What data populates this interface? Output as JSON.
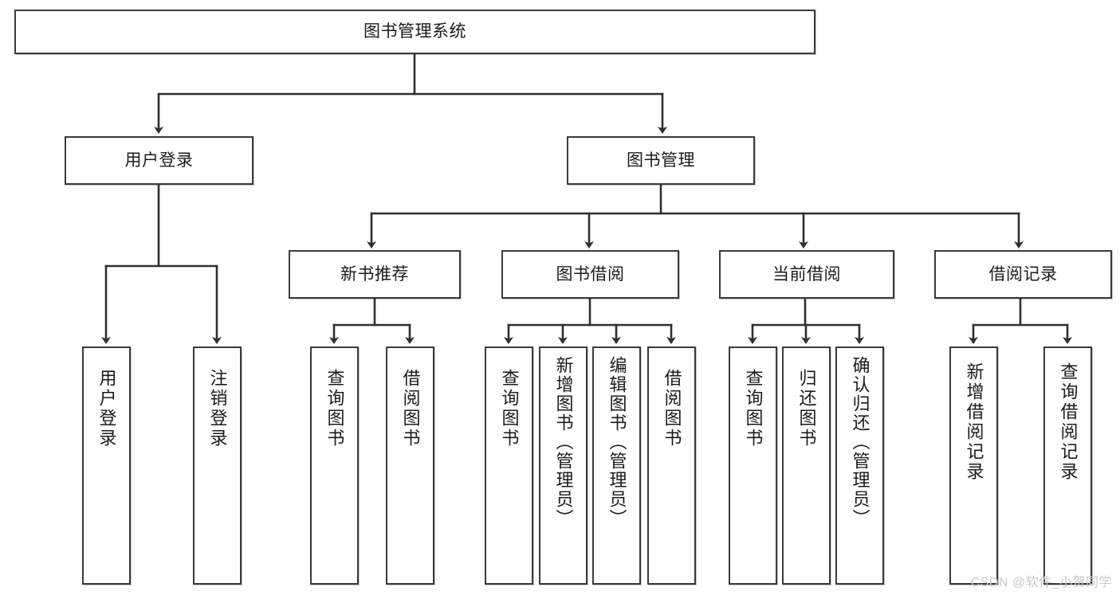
{
  "diagram": {
    "type": "tree-hierarchy",
    "title": "图书管理系统",
    "watermark": "CSDN @软件_小贺同学",
    "colors": {
      "box_border": "#3a3a3a",
      "box_fill": "#ffffff",
      "connector": "#2f2f2f",
      "text": "#1b1b1b",
      "watermark": "#c9c9c9"
    },
    "levels": {
      "root": {
        "label": "图书管理系统"
      },
      "level2": [
        {
          "label": "用户登录"
        },
        {
          "label": "图书管理"
        }
      ],
      "level3": [
        {
          "label": "新书推荐"
        },
        {
          "label": "图书借阅"
        },
        {
          "label": "当前借阅"
        },
        {
          "label": "借阅记录"
        }
      ],
      "leaves": {
        "user_login": [
          {
            "label": "用户登录"
          },
          {
            "label": "注销登录"
          }
        ],
        "new_book_recommend": [
          {
            "label": "查询图书"
          },
          {
            "label": "借阅图书"
          }
        ],
        "book_borrow": [
          {
            "label": "查询图书"
          },
          {
            "label": "新增图书（管理员）"
          },
          {
            "label": "编辑图书（管理员）"
          },
          {
            "label": "借阅图书"
          }
        ],
        "current_borrow": [
          {
            "label": "查询图书"
          },
          {
            "label": "归还图书"
          },
          {
            "label": "确认归还（管理员）"
          }
        ],
        "borrow_record": [
          {
            "label": "新增借阅记录"
          },
          {
            "label": "查询借阅记录"
          }
        ]
      }
    }
  }
}
